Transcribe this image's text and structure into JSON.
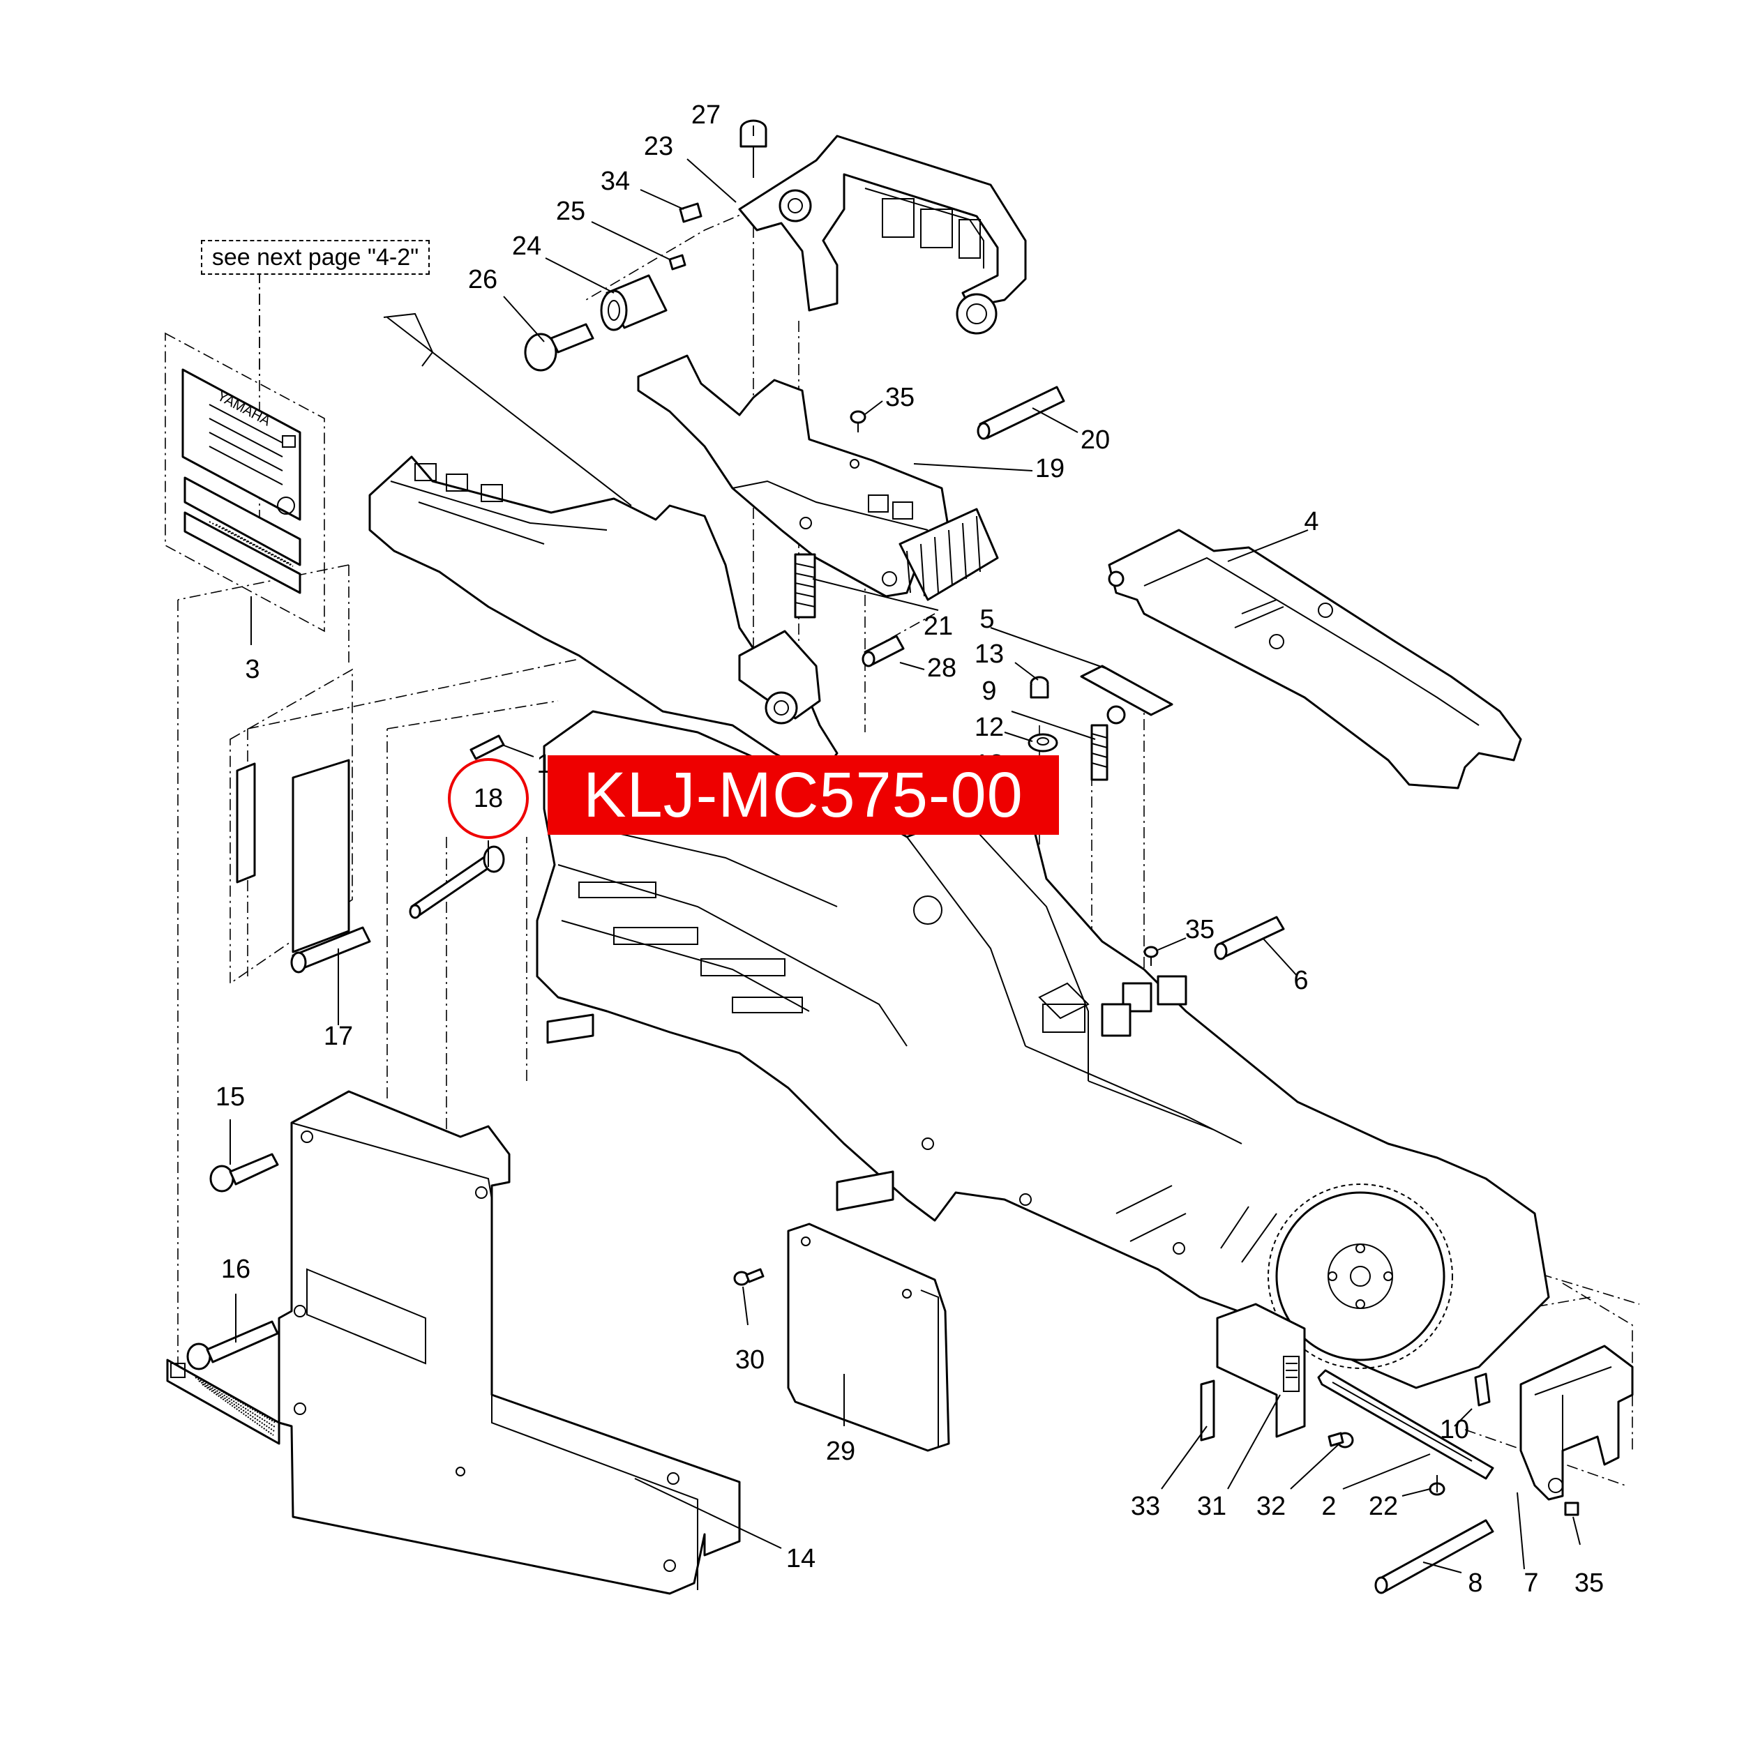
{
  "note": "see next page \"4-2\"",
  "part_code": "KLJ-MC575-00",
  "highlight_color": "#ee0000",
  "highlighted_part": "18",
  "nameplate": {
    "brand": "YAMAHA"
  },
  "callouts": [
    {
      "label": "27"
    },
    {
      "label": "23"
    },
    {
      "label": "34"
    },
    {
      "label": "25"
    },
    {
      "label": "24"
    },
    {
      "label": "26"
    },
    {
      "label": "35"
    },
    {
      "label": "20"
    },
    {
      "label": "19"
    },
    {
      "label": "4"
    },
    {
      "label": "21"
    },
    {
      "label": "5"
    },
    {
      "label": "13"
    },
    {
      "label": "28"
    },
    {
      "label": "9"
    },
    {
      "label": "12"
    },
    {
      "label": "1"
    },
    {
      "label": "13"
    },
    {
      "label": "3"
    },
    {
      "label": "18"
    },
    {
      "label": "35"
    },
    {
      "label": "6"
    },
    {
      "label": "17"
    },
    {
      "label": "15"
    },
    {
      "label": "16"
    },
    {
      "label": "30"
    },
    {
      "label": "29"
    },
    {
      "label": "14"
    },
    {
      "label": "10"
    },
    {
      "label": "33"
    },
    {
      "label": "31"
    },
    {
      "label": "32"
    },
    {
      "label": "2"
    },
    {
      "label": "22"
    },
    {
      "label": "8"
    },
    {
      "label": "7"
    },
    {
      "label": "35"
    }
  ]
}
